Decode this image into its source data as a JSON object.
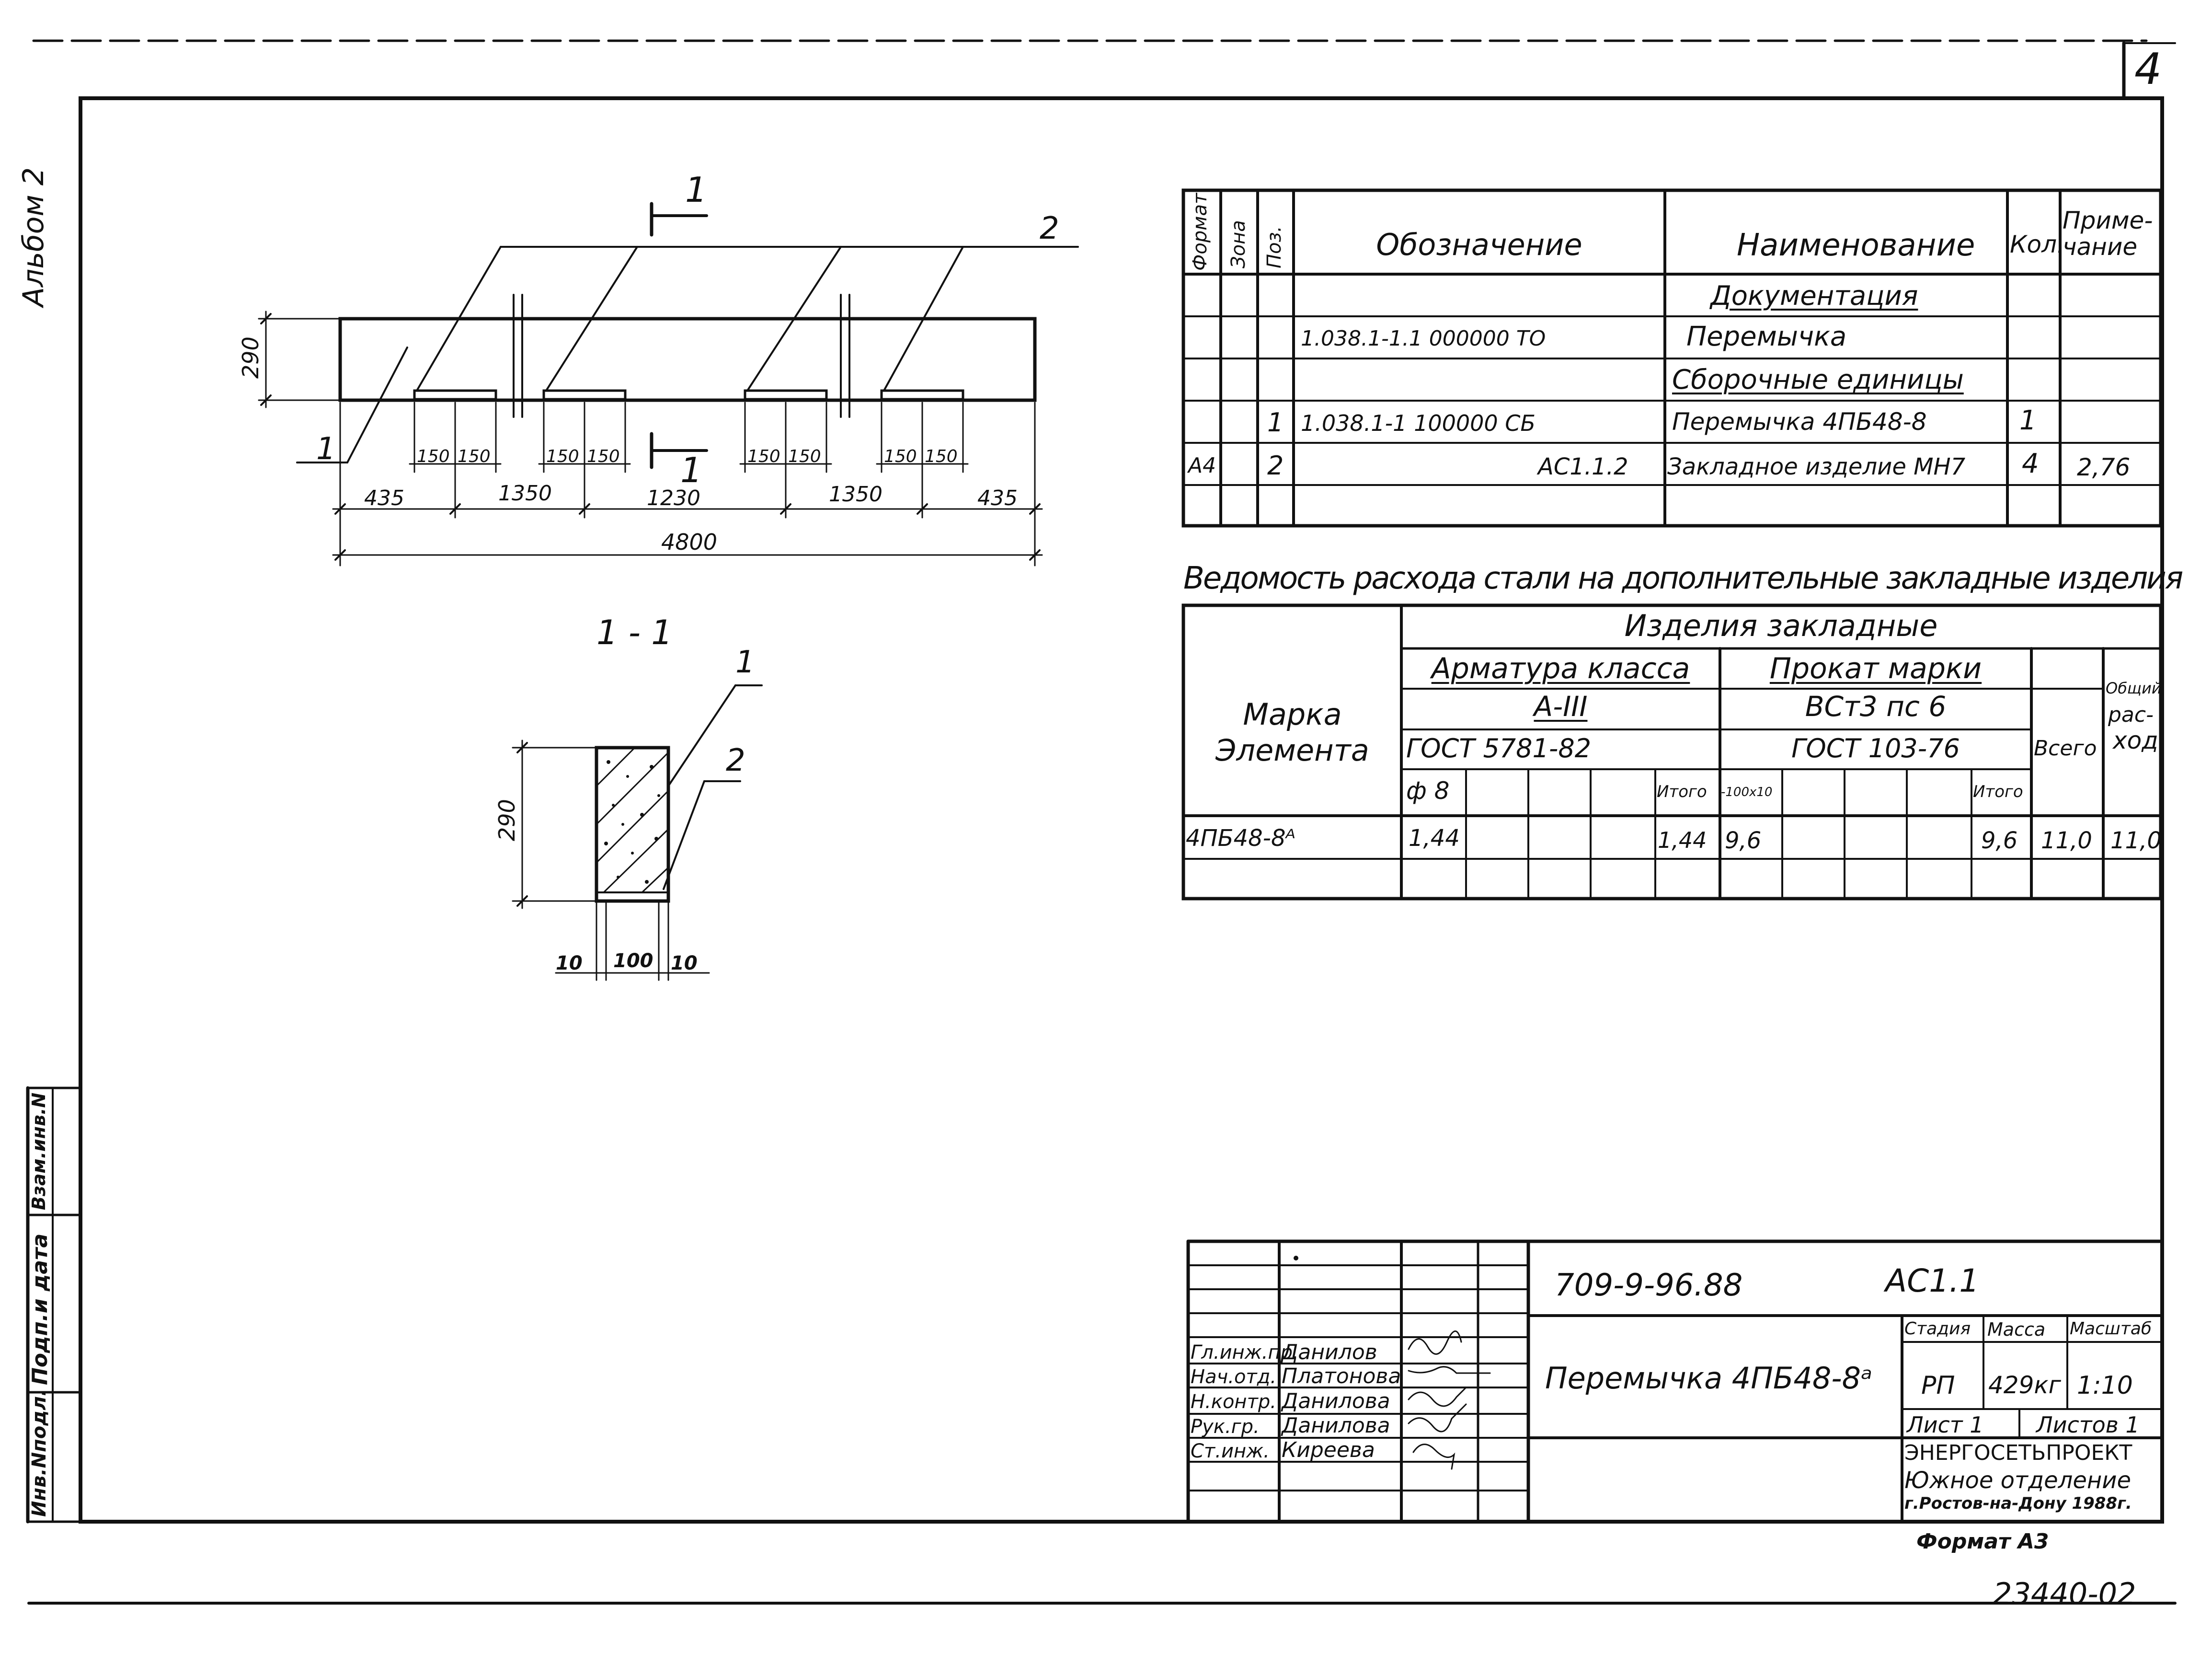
{
  "page": {
    "sheet_number": "4",
    "album": "Альбом 2",
    "bottom_code": "23440-02",
    "format": "Формат А3"
  },
  "side_stamp": {
    "inv_podl": "Инв.Nподл.",
    "podp_data": "Подп.и дата",
    "vzam_inv": "Взам.инв.N"
  },
  "drawing": {
    "section_mark": "1",
    "section_title": "1 - 1",
    "dim_height": "290",
    "dim_150": "150",
    "dims_bottom": [
      "435",
      "1350",
      "1230",
      "1350",
      "435"
    ],
    "dim_total": "4800",
    "label_1": "1",
    "label_2": "2",
    "section_height": "290",
    "section_dims": [
      "10",
      "100",
      "10"
    ]
  },
  "spec_table": {
    "headers": {
      "format": "Формат",
      "zone": "Зона",
      "pos": "Поз.",
      "designation": "Обозначение",
      "name": "Наименование",
      "qty": "Кол.",
      "note": "Приме-чание",
      "note_line1": "Приме-",
      "note_line2": "чание"
    },
    "rows": [
      {
        "format": "",
        "pos": "",
        "designation": "",
        "name": "Документация",
        "qty": "",
        "note": "",
        "section": true
      },
      {
        "format": "",
        "pos": "",
        "designation": "1.038.1-1.1   000000 ТО",
        "name": "Перемычка",
        "qty": "",
        "note": "",
        "section": false
      },
      {
        "format": "",
        "pos": "",
        "designation": "",
        "name": "Сборочные единицы",
        "qty": "",
        "note": "",
        "section": true
      },
      {
        "format": "",
        "pos": "1",
        "designation": "1.038.1-1   100000 СБ",
        "name": "Перемычка 4ПБ48-8",
        "qty": "1",
        "note": "",
        "section": false
      },
      {
        "format": "А4",
        "pos": "2",
        "designation": "АС1.1.2",
        "name": "Закладное изделие МН7",
        "qty": "4",
        "note": "2,76",
        "section": false
      },
      {
        "format": "",
        "pos": "",
        "designation": "",
        "name": "",
        "qty": "",
        "note": "",
        "section": false
      }
    ]
  },
  "steel_table": {
    "title": "Ведомость расхода стали на дополнительные закладные изделия",
    "col_mark": "Марка элемента",
    "mark_line1": "Марка",
    "mark_line2": "Элемента",
    "group": "Изделия закладные",
    "arm_class": "Арматура класса",
    "arm_grade": "А-III",
    "arm_gost": "ГОСТ 5781-82",
    "prokat": "Прокат марки",
    "prokat_grade": "ВСт3 пс 6",
    "prokat_gost": "ГОСТ 103-76",
    "diam": "ф 8",
    "itogo": "Итого",
    "size": "-100х10",
    "vsego": "Всего",
    "total_line1": "Общий",
    "total_line2": "рас-",
    "total_line3": "ход",
    "rows": [
      {
        "mark": "4ПБ48-8ᴬ",
        "d8": "1,44",
        "itogo1": "1,44",
        "pl": "9,6",
        "itogo2": "9,6",
        "vsego": "11,0",
        "total": "11,0"
      }
    ]
  },
  "title_block": {
    "code": "709-9-96.88",
    "sheet_code": "АС1.1",
    "title": "Перемычка 4ПБ48-8ᵃ",
    "stage_label": "Стадия",
    "mass_label": "Масса",
    "scale_label": "Масштаб",
    "stage": "РП",
    "mass": "429кг",
    "scale": "1:10",
    "sheet_label": "Лист 1",
    "sheets_label": "Листов 1",
    "org1": "ЭНЕРГОСЕТЬПРОЕКТ",
    "org2": "Южное отделение",
    "org3": "г.Ростов-на-Дону 1988г.",
    "signers": [
      {
        "role": "Гл.инж.пр.",
        "name": "Данилов"
      },
      {
        "role": "Нач.отд.",
        "name": "Платонова"
      },
      {
        "role": "Н.контр.",
        "name": "Данилова"
      },
      {
        "role": "Рук.гр.",
        "name": "Данилова"
      },
      {
        "role": "Ст.инж.",
        "name": "Киреева"
      }
    ]
  }
}
